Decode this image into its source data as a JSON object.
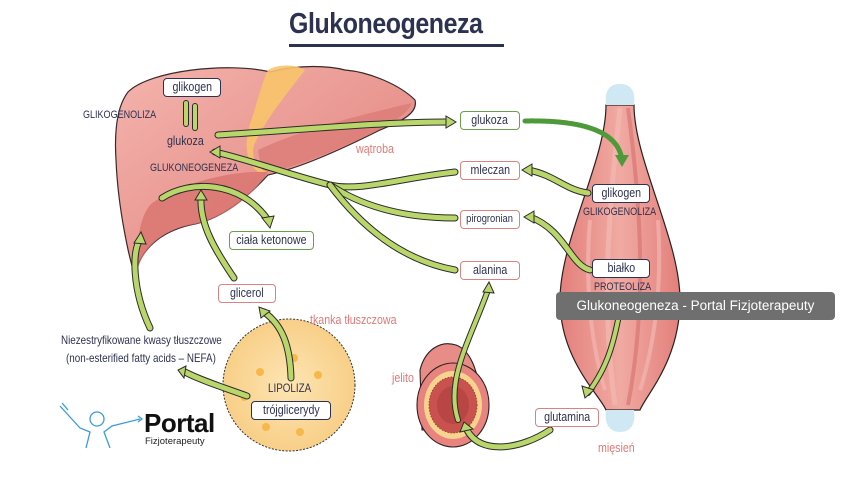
{
  "title": "Glukoneogeneza",
  "organs": {
    "liver": "wątroba",
    "adipose": "tkanka tłuszczowa",
    "intestine": "jelito",
    "muscle": "mięsień"
  },
  "liver": {
    "glycogen_box": "glikogen",
    "glycogenolysis_label": "GLIKOGENOLIZA",
    "glucose_label": "glukoza",
    "gluconeogenesis_label": "GLUKONEOGENEZA",
    "ketone_box": "ciała ketonowe"
  },
  "flow_boxes": {
    "glucose": "glukoza",
    "lactate": "mleczan",
    "pyruvate": "pirogronian",
    "alanine": "alanina",
    "glutamine": "glutamina",
    "glycerol": "glicerol"
  },
  "muscle": {
    "glycogen_box": "glikogen",
    "glycogenolysis_label": "GLIKOGENOLIZA",
    "protein_box": "białko",
    "proteolysis_label": "PROTEOLIZA"
  },
  "adipose": {
    "lipolysis_label": "LIPOLIZA",
    "triglycerides_box": "trójglicerydy"
  },
  "nefa": {
    "line1": "Niezestryfikowane kwasy tłuszczowe",
    "line2": "(non-esterified fatty acids – NEFA)"
  },
  "logo": {
    "name": "Portal",
    "subtitle": "Fizjoterapeuty",
    "icon": "person-arms-raised-icon"
  },
  "tooltip": "Glukoneogeneza - Portal Fizjoterapeuty",
  "colors": {
    "title": "#2c3351",
    "liver": "#e8958f",
    "muscle": "#e6847f",
    "arrow": "#b9d66a",
    "arrow_dark": "#4e9a3a",
    "fat": "#f8d38e",
    "tendon": "#cfe8f4",
    "organ_label": "#e07a78",
    "tooltip_bg": "#6f6f6f"
  }
}
